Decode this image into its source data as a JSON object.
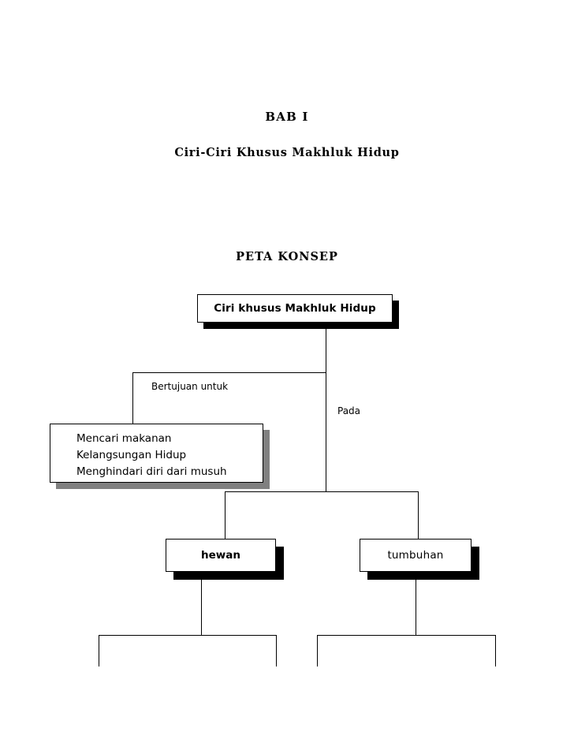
{
  "document": {
    "chapter_label": "BAB I",
    "chapter_title": "Ciri-Ciri Khusus Makhluk Hidup",
    "concept_map_heading": "PETA KONSEP"
  },
  "colors": {
    "page_background": "#ffffff",
    "text": "#000000",
    "box_border": "#000000",
    "shadow_black": "#000000",
    "shadow_gray": "#808080"
  },
  "diagram": {
    "type": "concept-map",
    "nodes": [
      {
        "id": "root",
        "label": "Ciri khusus Makhluk Hidup",
        "shadow": "black",
        "bold": true
      },
      {
        "id": "purposes",
        "label": "Mencari makanan\nKelangsungan Hidup\nMenghindari diri dari musuh",
        "lines": [
          "Mencari makanan",
          "Kelangsungan Hidup",
          "Menghindari diri dari musuh"
        ],
        "shadow": "gray",
        "bold": false
      },
      {
        "id": "hewan",
        "label": "hewan",
        "shadow": "black",
        "bold": true
      },
      {
        "id": "tumbuhan",
        "label": "tumbuhan",
        "shadow": "black",
        "bold": false
      }
    ],
    "edge_labels": [
      {
        "id": "bertujuan-untuk",
        "text": "Bertujuan untuk",
        "from": "root",
        "to": "purposes"
      },
      {
        "id": "pada",
        "text": "Pada",
        "from": "root",
        "to": "hewan-tumbuhan"
      }
    ]
  }
}
